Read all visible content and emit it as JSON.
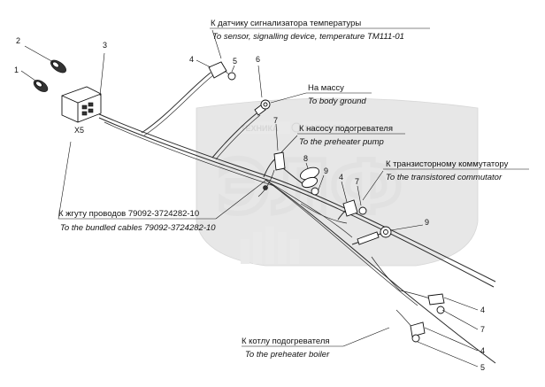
{
  "labels": {
    "temp_sensor_ru": "К датчику сигнализатора температуры",
    "temp_sensor_en": "To sensor, signalling device, temperature ТМ111-01",
    "body_ground_ru": "На массу",
    "body_ground_en": "To body ground",
    "pump_ru": "К насосу подогревателя",
    "pump_en": "To the preheater pump",
    "commutator_ru": "К транзисторному коммутатору",
    "commutator_en": "To the transistored commutator",
    "bundle_ru": "К жгуту проводов 79092-3724282-10",
    "bundle_en": "To the bundled cables 79092-3724282-10",
    "boiler_ru": "К котлу подогревателя",
    "boiler_en": "To the preheater boiler",
    "connector": "Х5"
  },
  "callouts": {
    "c1": "1",
    "c2": "2",
    "c3": "3",
    "c4a": "4",
    "c5a": "5",
    "c6": "6",
    "c7a": "7",
    "c8": "8",
    "c9a": "9",
    "c4b": "4",
    "c7b": "7",
    "c9b": "9",
    "c4c": "4",
    "c7c": "7",
    "c4d": "4",
    "c5b": "5"
  },
  "watermark": {
    "left": "ТЕХНИКА",
    "right": "ЗАПЧАСТИ",
    "logo": "ЭЛФ"
  },
  "colors": {
    "line": "#111111",
    "watermark": "#e0e0e0"
  }
}
